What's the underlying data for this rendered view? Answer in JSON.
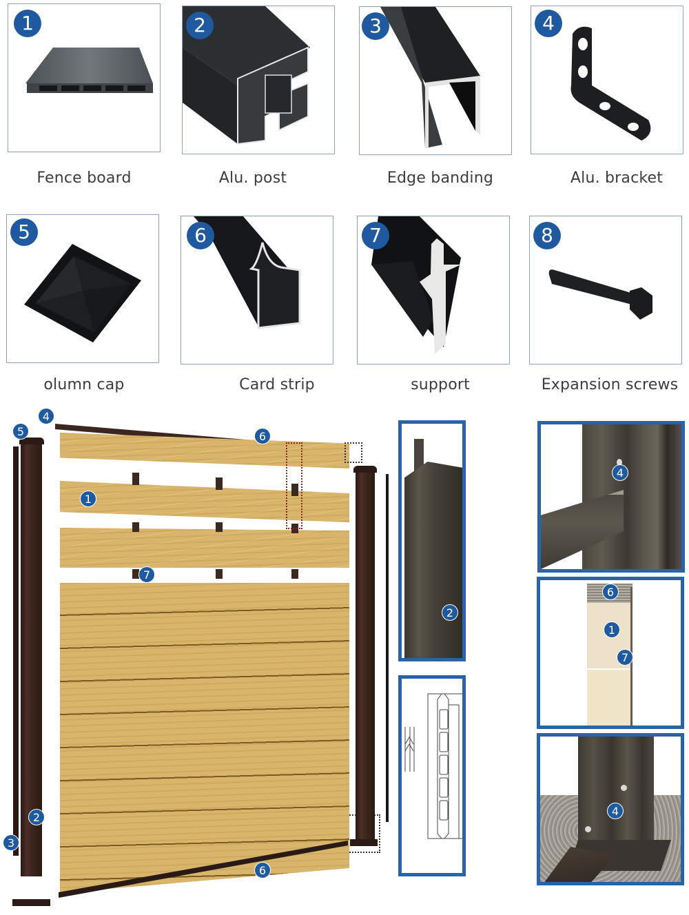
{
  "parts": [
    {
      "number": "1",
      "label": "Fence board",
      "icon": "fence-board-icon"
    },
    {
      "number": "2",
      "label": "Alu. post",
      "icon": "alu-post-icon"
    },
    {
      "number": "3",
      "label": "Edge banding",
      "icon": "edge-banding-icon"
    },
    {
      "number": "4",
      "label": "Alu. bracket",
      "icon": "alu-bracket-icon"
    },
    {
      "number": "5",
      "label": "olumn cap",
      "icon": "column-cap-icon"
    },
    {
      "number": "6",
      "label": "Card strip",
      "icon": "card-strip-icon"
    },
    {
      "number": "7",
      "label": "support",
      "icon": "support-icon"
    },
    {
      "number": "8",
      "label": "Expansion screws",
      "icon": "expansion-screw-icon"
    }
  ],
  "assembly": {
    "callouts": {
      "bracket_top": "4",
      "cap": "5",
      "card_strip_top": "6",
      "board": "1",
      "support": "7",
      "post": "2",
      "edge_banding": "3",
      "card_strip_bottom": "6"
    }
  },
  "details": {
    "post_closeup": {
      "callout": "2"
    },
    "bracket_closeup": {
      "callout": "4"
    },
    "stack_closeup": {
      "callouts": [
        "6",
        "1",
        "7"
      ]
    },
    "base_closeup": {
      "callout": "4"
    }
  },
  "colors": {
    "badge": "#1f5aa0",
    "tile_border": "#8fa3bf",
    "detail_border": "#2a64a8",
    "wood": "#d8b56a",
    "post": "#3a231c"
  }
}
